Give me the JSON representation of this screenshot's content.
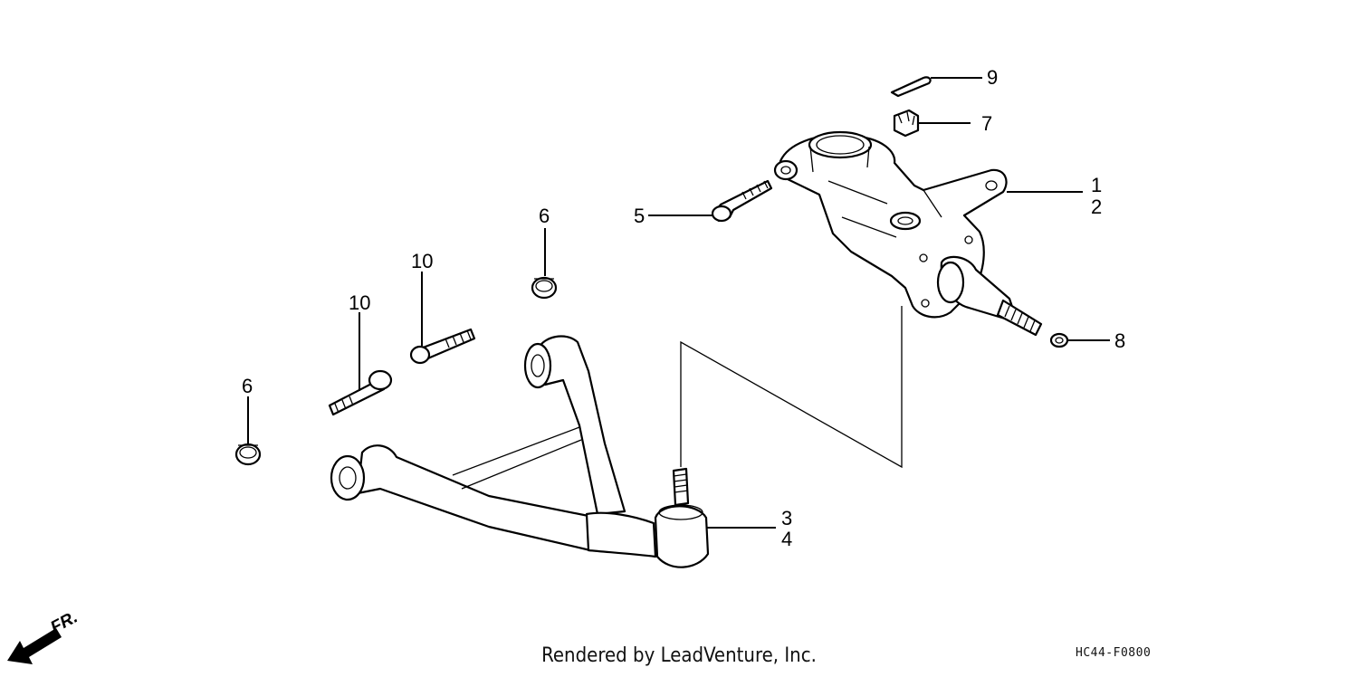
{
  "callouts": [
    {
      "id": "c9",
      "label": "9"
    },
    {
      "id": "c7",
      "label": "7"
    },
    {
      "id": "c1",
      "label": "1"
    },
    {
      "id": "c2",
      "label": "2"
    },
    {
      "id": "c5",
      "label": "5"
    },
    {
      "id": "c8",
      "label": "8"
    },
    {
      "id": "c6a",
      "label": "6"
    },
    {
      "id": "c10a",
      "label": "10"
    },
    {
      "id": "c10b",
      "label": "10"
    },
    {
      "id": "c6b",
      "label": "6"
    },
    {
      "id": "c3",
      "label": "3"
    },
    {
      "id": "c4",
      "label": "4"
    }
  ],
  "front_indicator": "FR.",
  "footer": {
    "credit": "Rendered by LeadVenture, Inc.",
    "code": "HC44-F0800"
  }
}
